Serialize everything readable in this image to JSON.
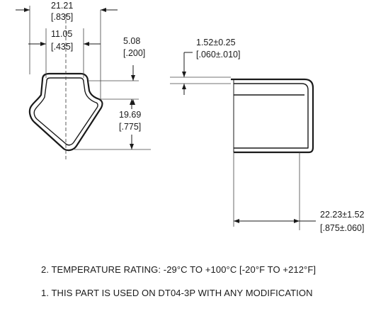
{
  "dimensions": {
    "overall_width": {
      "metric": "21.21",
      "imperial": "[.835]"
    },
    "inner_width": {
      "metric": "11.05",
      "imperial": "[.435]"
    },
    "top_height": {
      "metric": "5.08",
      "imperial": "[.200]"
    },
    "body_height": {
      "metric": "19.69",
      "imperial": "[.775]"
    },
    "wall_thickness": {
      "metric": "1.52±0.25",
      "imperial": "[.060±.010]"
    },
    "length": {
      "metric": "22.23±1.52",
      "imperial": "[.875±.060]"
    }
  },
  "notes": [
    "2. TEMPERATURE RATING:  -29°C TO +100°C [-20°F TO +212°F]",
    "1. THIS PART IS USED ON DT04-3P WITH ANY MODIFICATION"
  ]
}
